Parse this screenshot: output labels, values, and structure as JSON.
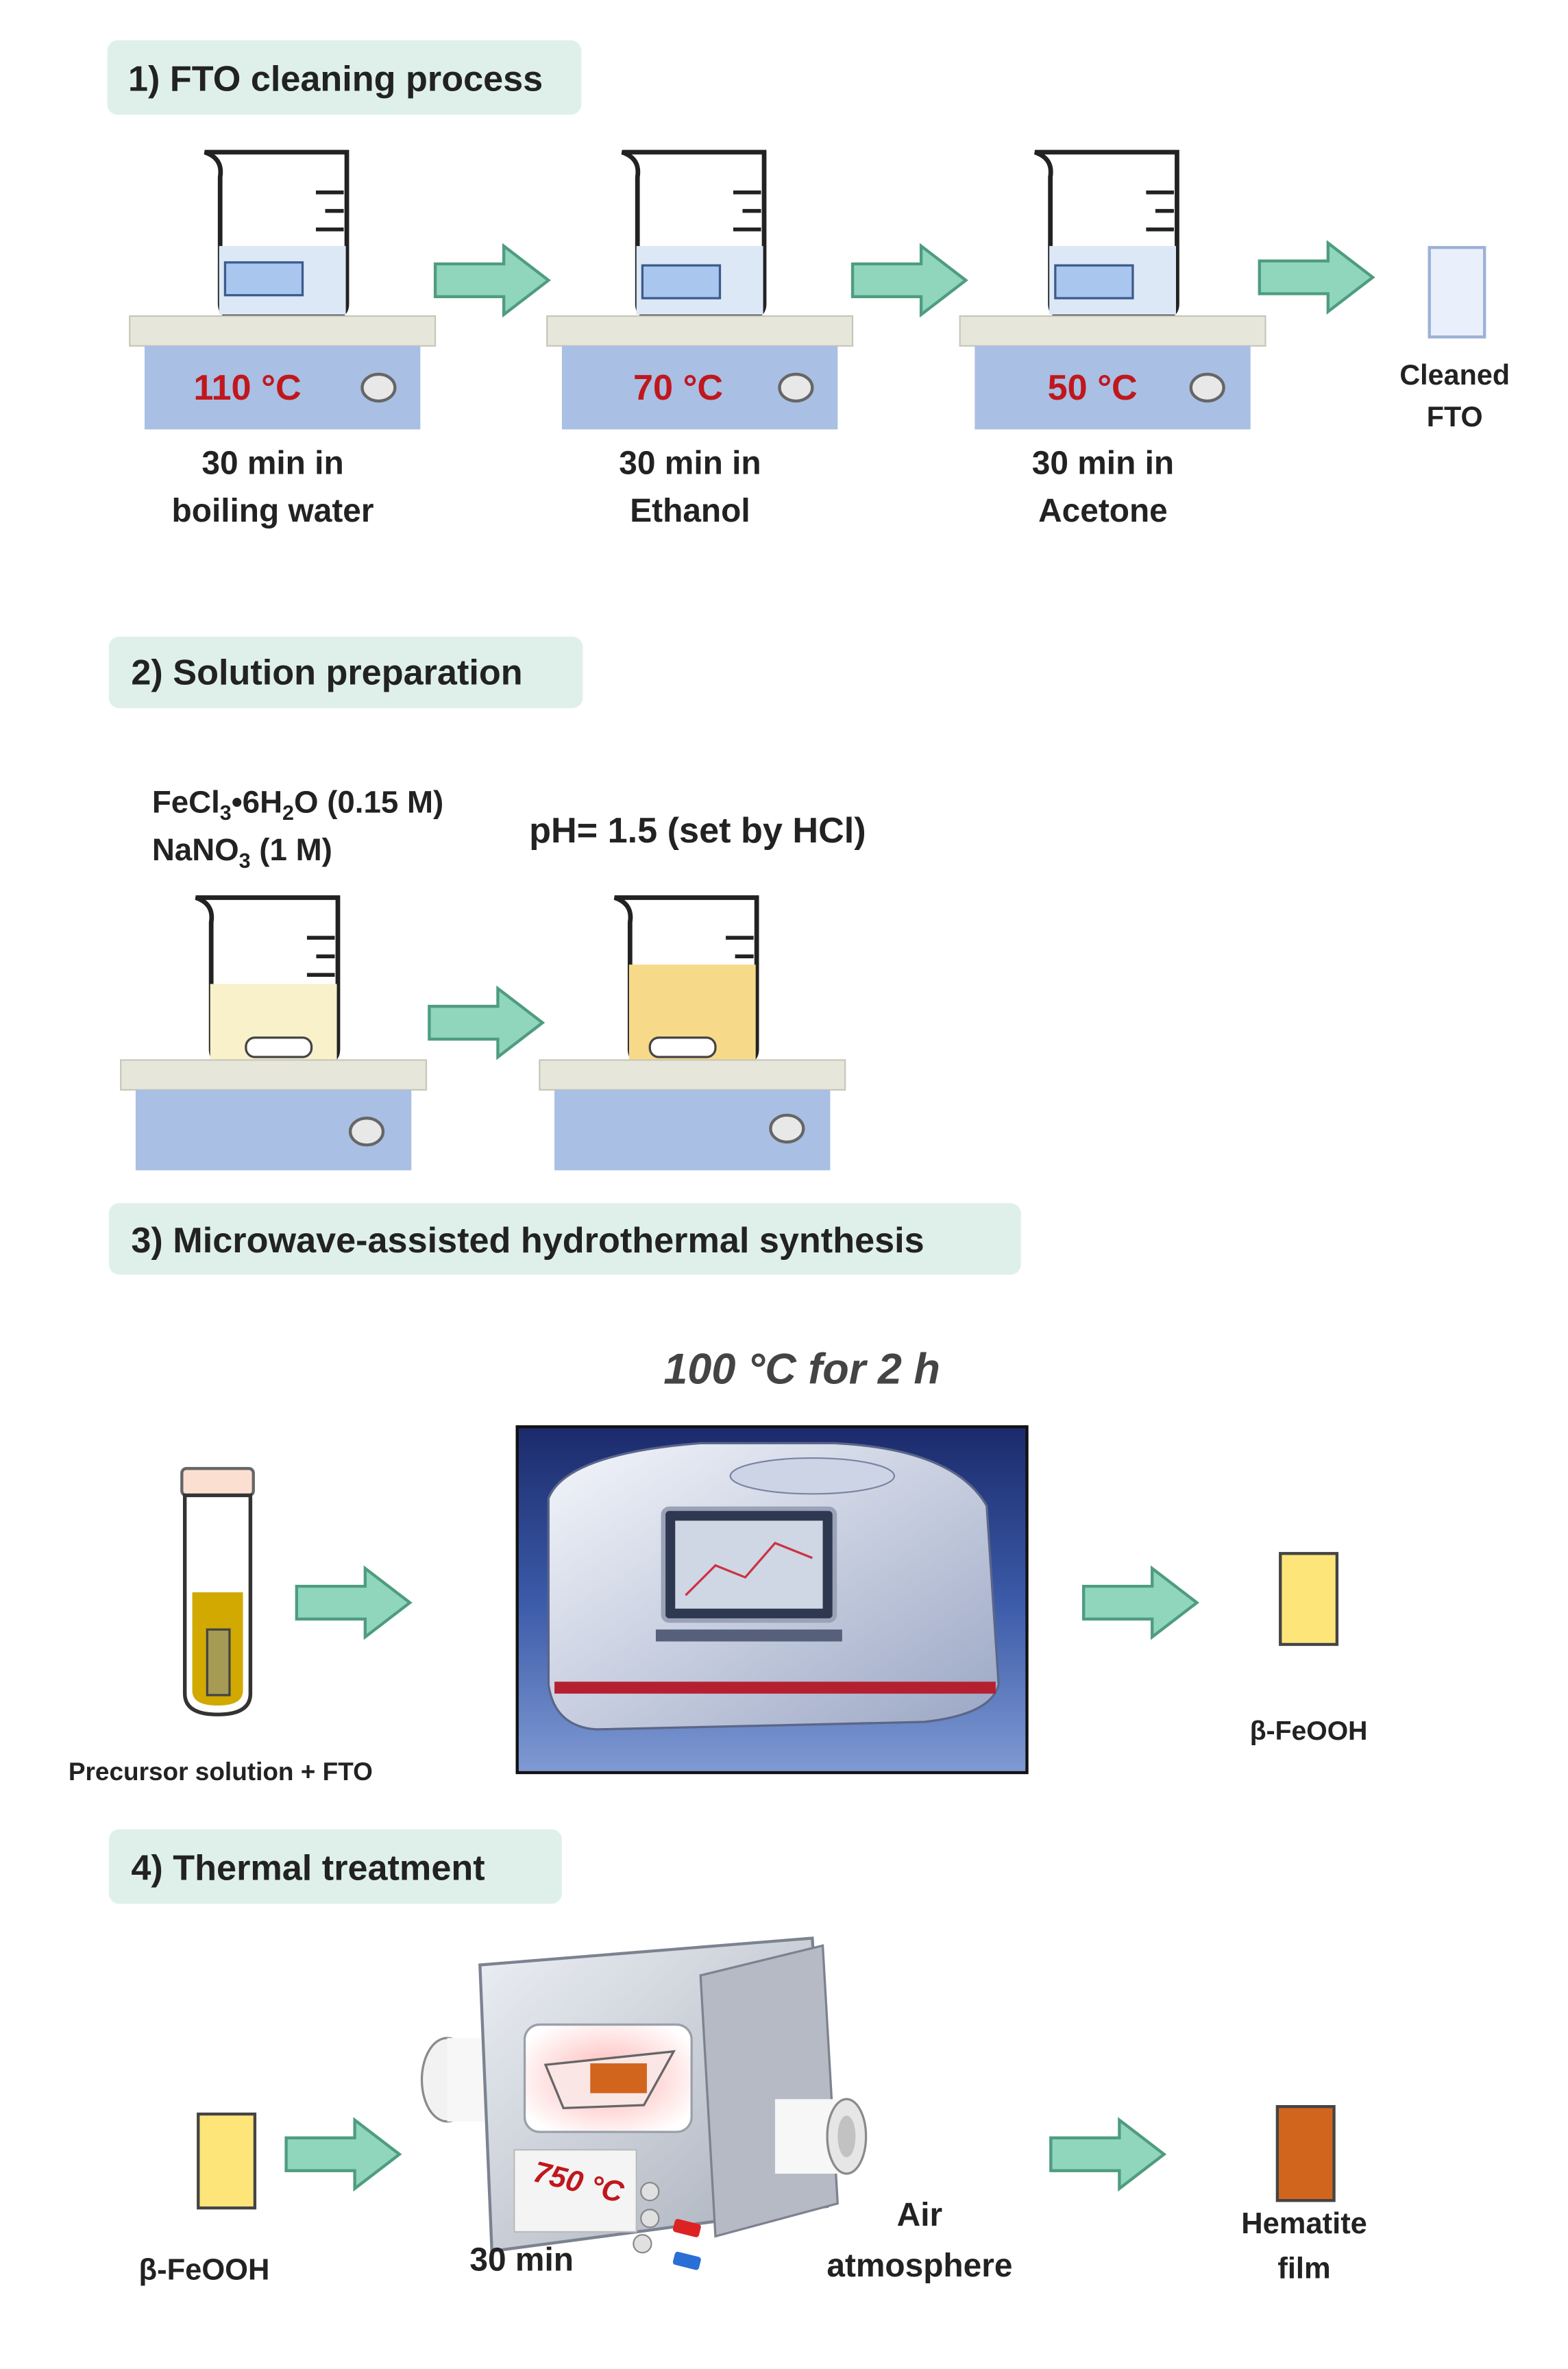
{
  "steps": {
    "s1": {
      "title": "1) FTO cleaning process",
      "beakers": [
        {
          "temp": "110 °C",
          "line1": "30 min in",
          "line2": "boiling water"
        },
        {
          "temp": "70 °C",
          "line1": "30 min in",
          "line2": "Ethanol"
        },
        {
          "temp": "50 °C",
          "line1": "30 min in",
          "line2": "Acetone"
        }
      ],
      "result_line1": "Cleaned",
      "result_line2": "FTO"
    },
    "s2": {
      "title": "2) Solution preparation",
      "reagent1_main": "FeCl",
      "reagent1_sub": "3",
      "reagent1_mid": "•6H",
      "reagent1_sub2": "2",
      "reagent1_tail": "O (0.15 M)",
      "reagent2_main": "NaNO",
      "reagent2_sub": "3",
      "reagent2_tail": " (1 M)",
      "ph": "pH= 1.5 (set by HCl)"
    },
    "s3": {
      "title": "3) Microwave-assisted hydrothermal synthesis",
      "condition": "100 °C for 2 h",
      "tube_label": "Precursor solution + FTO",
      "product": "β-FeOOH"
    },
    "s4": {
      "title": "4) Thermal treatment",
      "input": "β-FeOOH",
      "furnace_temp": "750 °C",
      "time": "30 min",
      "atm_line1": "Air",
      "atm_line2": "atmosphere",
      "product_line1": "Hematite",
      "product_line2": "film"
    }
  },
  "colors": {
    "header_bg": "#dff0ea",
    "arrow": "#8fd6bd",
    "arrow_stroke": "#4f9c80",
    "plate_top": "#e6e6da",
    "plate_body": "#a9bfe3",
    "temp_red": "#c0171d",
    "water_blue": "#dce8f6",
    "solution_light": "#f8f1c9",
    "solution_amber": "#f7d98a",
    "feooh_yellow": "#fde57a",
    "hematite": "#d2651d"
  },
  "icons": {
    "beaker": "beaker-icon",
    "hotplate": "hotplate-icon",
    "arrow": "arrow-right-icon",
    "tube": "test-tube-icon",
    "microwave": "microwave-reactor-icon",
    "furnace": "tube-furnace-icon"
  }
}
